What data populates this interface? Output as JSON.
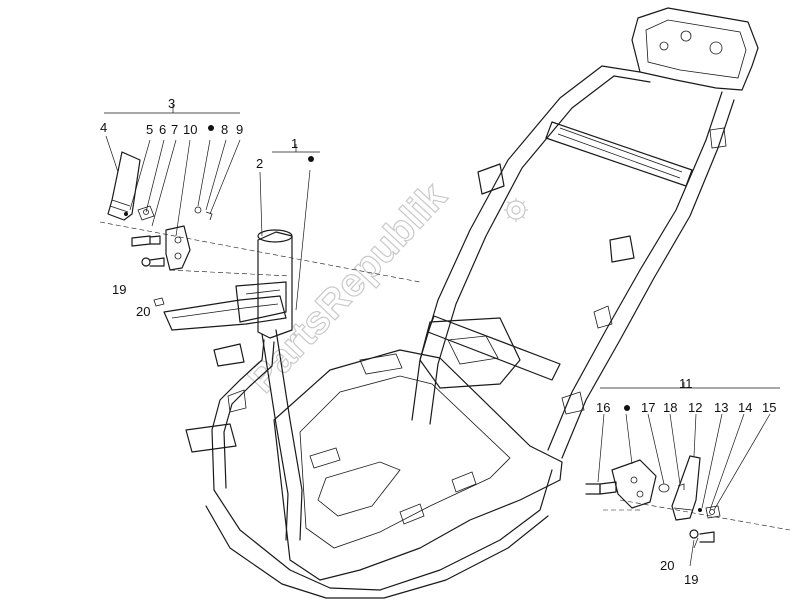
{
  "watermark": {
    "text": "PartsRepublik",
    "icon": "gear-icon",
    "color": "#c9c9c9"
  },
  "colors": {
    "line": "#1a1a1a",
    "background": "#ffffff"
  },
  "callouts": {
    "c1": "1",
    "c2": "2",
    "c3": "3",
    "c4": "4",
    "c5": "5",
    "c6": "6",
    "c7": "7",
    "c8": "8",
    "c9": "9",
    "c10": "10",
    "c11": "11",
    "c12": "12",
    "c13": "13",
    "c14": "14",
    "c15": "15",
    "c16": "16",
    "c17": "17",
    "c18": "18",
    "c19a": "19",
    "c19b": "19",
    "c20a": "20",
    "c20b": "20"
  }
}
